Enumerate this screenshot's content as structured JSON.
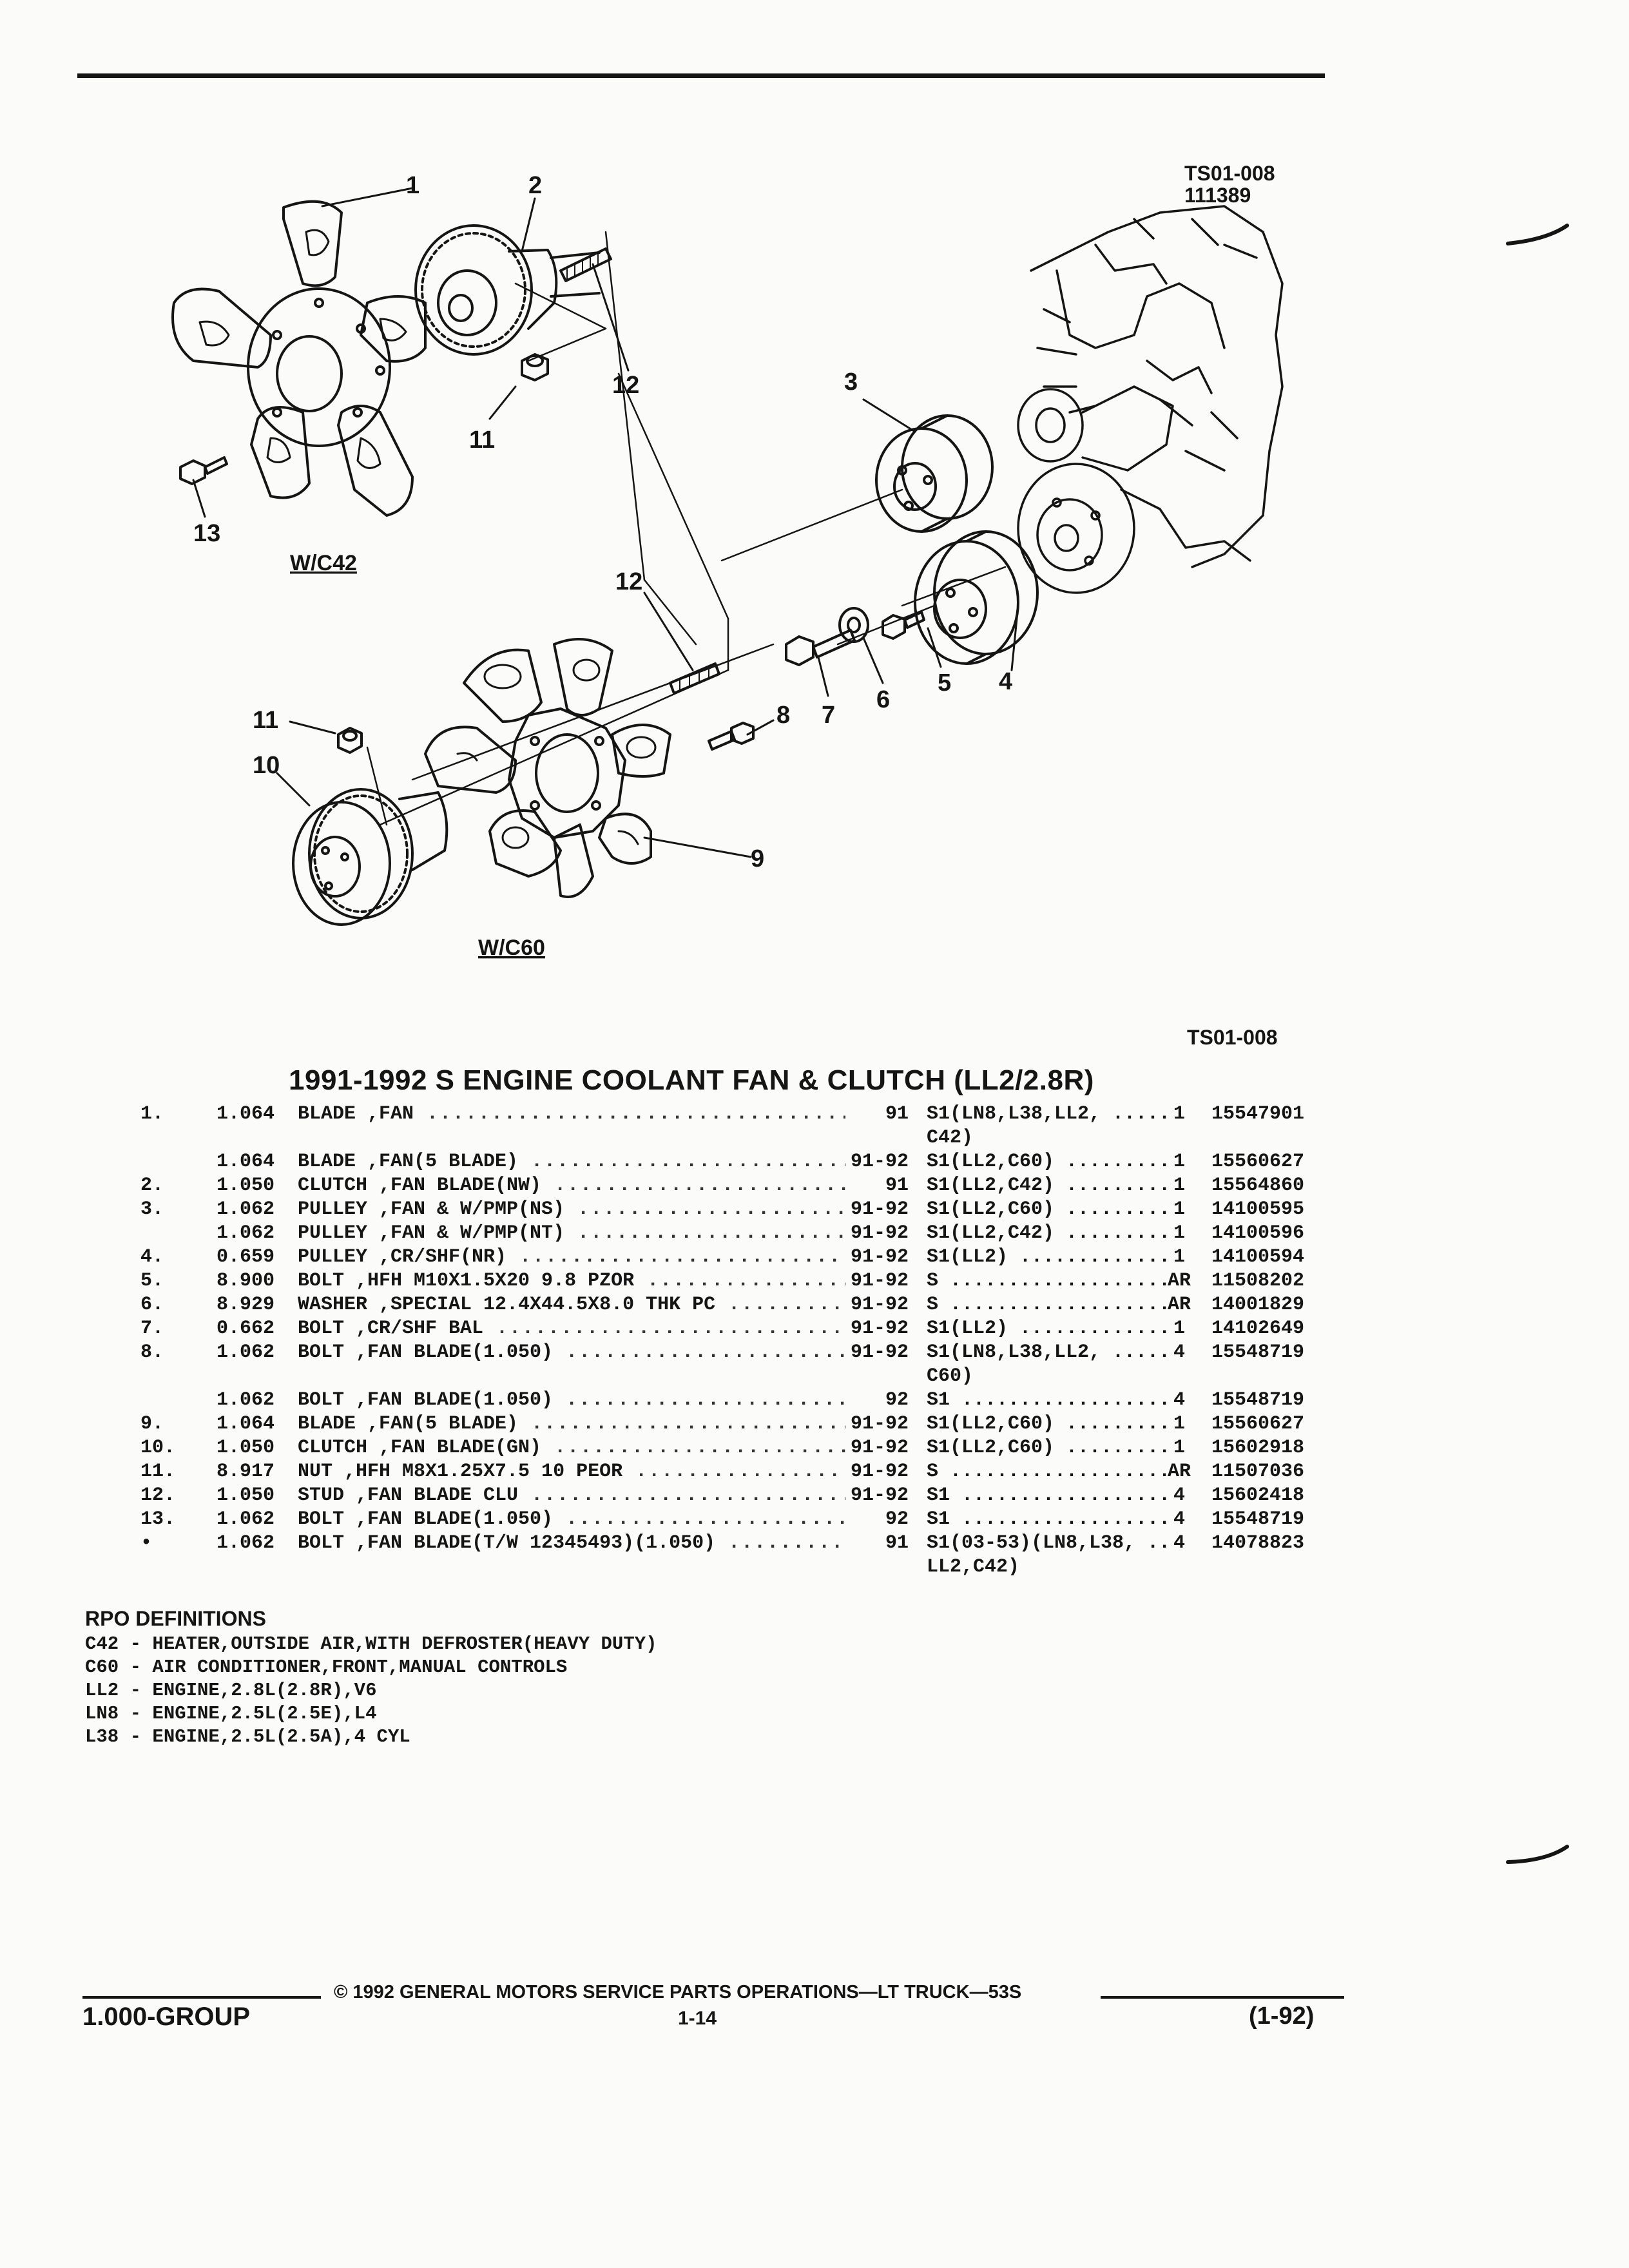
{
  "diagram": {
    "ref_top": "TS01-008",
    "ref_date": "111389",
    "variant_c42": "W/C42",
    "variant_c60": "W/C60",
    "callouts": [
      "1",
      "2",
      "3",
      "4",
      "5",
      "6",
      "7",
      "8",
      "9",
      "10",
      "11",
      "12",
      "11",
      "12",
      "13"
    ]
  },
  "ref_bottom": "TS01-008",
  "section_title": "1991-1992 S ENGINE COOLANT FAN & CLUTCH (LL2/2.8R)",
  "parts": [
    {
      "num": "1.",
      "grp": "1.064",
      "desc": "BLADE ,FAN",
      "years": "91",
      "series": "S1(LN8,L38,LL2,",
      "qty": "1",
      "pn": "15547901"
    },
    {
      "num": "",
      "grp": "",
      "desc": "",
      "years": "",
      "series": "C42)",
      "qty": "",
      "pn": ""
    },
    {
      "num": "",
      "grp": "1.064",
      "desc": "BLADE ,FAN(5 BLADE)",
      "years": "91-92",
      "series": "S1(LL2,C60)",
      "qty": "1",
      "pn": "15560627"
    },
    {
      "num": "2.",
      "grp": "1.050",
      "desc": "CLUTCH ,FAN BLADE(NW)",
      "years": "91",
      "series": "S1(LL2,C42)",
      "qty": "1",
      "pn": "15564860"
    },
    {
      "num": "3.",
      "grp": "1.062",
      "desc": "PULLEY ,FAN & W/PMP(NS)",
      "years": "91-92",
      "series": "S1(LL2,C60)",
      "qty": "1",
      "pn": "14100595"
    },
    {
      "num": "",
      "grp": "1.062",
      "desc": "PULLEY ,FAN & W/PMP(NT)",
      "years": "91-92",
      "series": "S1(LL2,C42)",
      "qty": "1",
      "pn": "14100596"
    },
    {
      "num": "4.",
      "grp": "0.659",
      "desc": "PULLEY ,CR/SHF(NR)",
      "years": "91-92",
      "series": "S1(LL2)",
      "qty": "1",
      "pn": "14100594"
    },
    {
      "num": "5.",
      "grp": "8.900",
      "desc": "BOLT ,HFH M10X1.5X20 9.8 PZOR",
      "years": "91-92",
      "series": "S",
      "qty": "AR",
      "pn": "11508202"
    },
    {
      "num": "6.",
      "grp": "8.929",
      "desc": "WASHER ,SPECIAL 12.4X44.5X8.0 THK PC",
      "years": "91-92",
      "series": "S",
      "qty": "AR",
      "pn": "14001829"
    },
    {
      "num": "7.",
      "grp": "0.662",
      "desc": "BOLT ,CR/SHF BAL",
      "years": "91-92",
      "series": "S1(LL2)",
      "qty": "1",
      "pn": "14102649"
    },
    {
      "num": "8.",
      "grp": "1.062",
      "desc": "BOLT ,FAN BLADE(1.050)",
      "years": "91-92",
      "series": "S1(LN8,L38,LL2,",
      "qty": "4",
      "pn": "15548719"
    },
    {
      "num": "",
      "grp": "",
      "desc": "",
      "years": "",
      "series": "C60)",
      "qty": "",
      "pn": ""
    },
    {
      "num": "",
      "grp": "1.062",
      "desc": "BOLT ,FAN BLADE(1.050)",
      "years": "92",
      "series": "S1",
      "qty": "4",
      "pn": "15548719"
    },
    {
      "num": "9.",
      "grp": "1.064",
      "desc": "BLADE ,FAN(5 BLADE)",
      "years": "91-92",
      "series": "S1(LL2,C60)",
      "qty": "1",
      "pn": "15560627"
    },
    {
      "num": "10.",
      "grp": "1.050",
      "desc": "CLUTCH ,FAN BLADE(GN)",
      "years": "91-92",
      "series": "S1(LL2,C60)",
      "qty": "1",
      "pn": "15602918"
    },
    {
      "num": "11.",
      "grp": "8.917",
      "desc": "NUT ,HFH M8X1.25X7.5 10 PEOR",
      "years": "91-92",
      "series": "S",
      "qty": "AR",
      "pn": "11507036"
    },
    {
      "num": "12.",
      "grp": "1.050",
      "desc": "STUD ,FAN BLADE CLU",
      "years": "91-92",
      "series": "S1",
      "qty": "4",
      "pn": "15602418"
    },
    {
      "num": "13.",
      "grp": "1.062",
      "desc": "BOLT ,FAN BLADE(1.050)",
      "years": "92",
      "series": "S1",
      "qty": "4",
      "pn": "15548719"
    },
    {
      "num": "•",
      "grp": "1.062",
      "desc": "BOLT ,FAN BLADE(T/W 12345493)(1.050)",
      "years": "91",
      "series": "S1(03-53)(LN8,L38,",
      "qty": "4",
      "pn": "14078823"
    },
    {
      "num": "",
      "grp": "",
      "desc": "",
      "years": "",
      "series": "LL2,C42)",
      "qty": "",
      "pn": ""
    }
  ],
  "rpo": {
    "title": "RPO DEFINITIONS",
    "lines": [
      "C42 - HEATER,OUTSIDE AIR,WITH DEFROSTER(HEAVY DUTY)",
      "C60 - AIR CONDITIONER,FRONT,MANUAL CONTROLS",
      "LL2 - ENGINE,2.8L(2.8R),V6",
      "LN8 - ENGINE,2.5L(2.5E),L4",
      "L38 - ENGINE,2.5L(2.5A),4 CYL"
    ]
  },
  "footer": {
    "copyright": "© 1992 GENERAL MOTORS SERVICE PARTS OPERATIONS—LT TRUCK—53S",
    "group": "1.000-GROUP",
    "page": "1-14",
    "date": "(1-92)"
  }
}
